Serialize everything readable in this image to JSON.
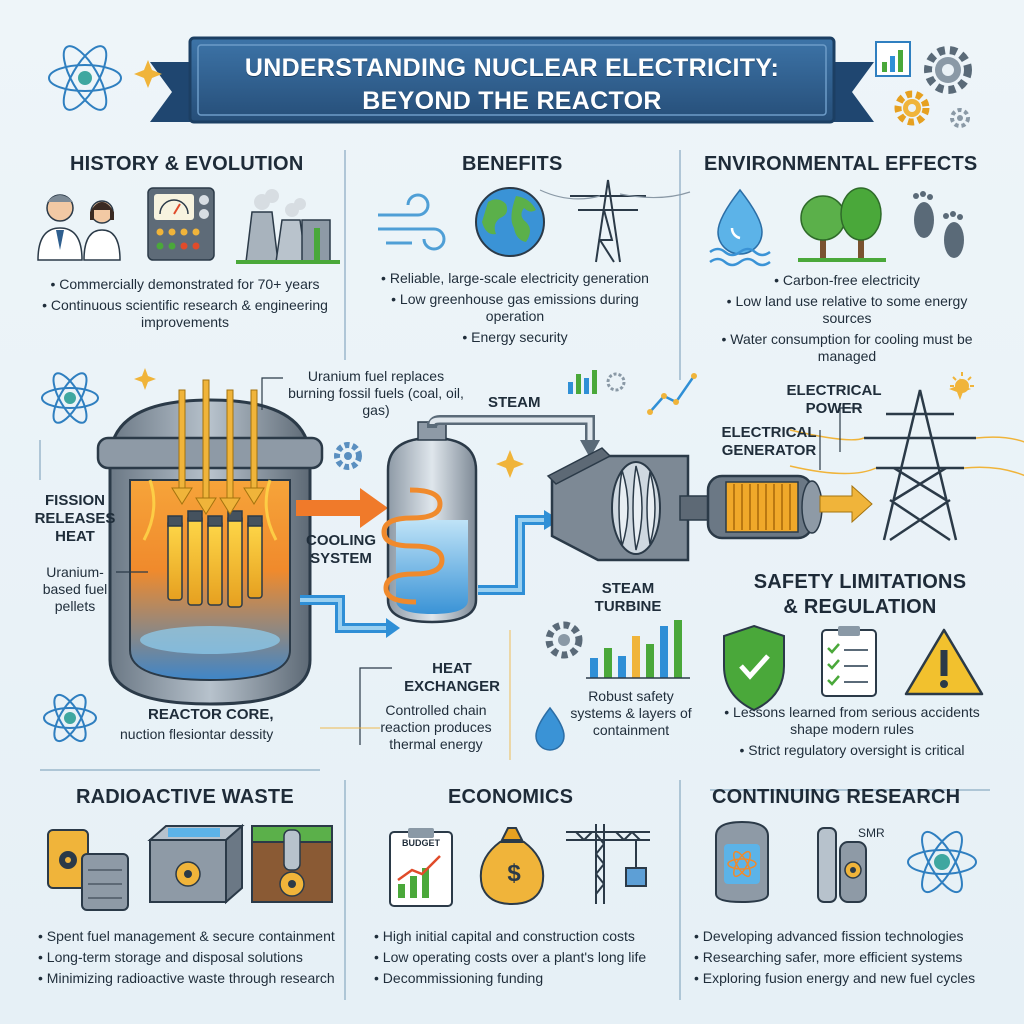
{
  "title_line1": "UNDERSTANDING NUCLEAR ELECTRICITY:",
  "title_line2": "BEYOND THE REACTOR",
  "history": {
    "title": "HISTORY & EVOLUTION",
    "bullets": [
      "Commercially demonstrated for 70+ years",
      "Continuous scientific research & engineering improvements"
    ]
  },
  "benefits": {
    "title": "BENEFITS",
    "bullets": [
      "Reliable, large-scale electricity generation",
      "Low greenhouse gas emissions during operation",
      "Energy security"
    ]
  },
  "environment": {
    "title": "ENVIRONMENTAL EFFECTS",
    "bullets": [
      "Carbon-free electricity",
      "Low land use relative to some energy sources",
      "Water consumption for cooling must be managed"
    ]
  },
  "diagram": {
    "uranium_fuel": "Uranium fuel replaces burning fossil fuels (coal, oil, gas)",
    "steam": "STEAM",
    "electrical_power": "ELECTRICAL POWER",
    "electrical_generator": "ELECTRICAL GENERATOR",
    "fission_heat": "FISSION RELEASES HEAT",
    "fuel_pellets": "Uranium-based fuel pellets",
    "cooling_system": "COOLING SYSTEM",
    "steam_turbine": "STEAM TURBINE",
    "heat_exchanger": "HEAT EXCHANGER",
    "reactor_core": "REACTOR CORE,",
    "reactor_core_sub": "nuction flesiontar dessity",
    "chain_reaction": "Controlled chain reaction produces thermal energy",
    "safety_systems": "Robust safety systems & layers of containment"
  },
  "safety": {
    "title_line1": "SAFETY LIMITATIONS",
    "title_line2": "& REGULATION",
    "bullets": [
      "Lessons learned from serious accidents shape modern rules",
      "Strict regulatory oversight is critical"
    ]
  },
  "waste": {
    "title": "RADIOACTIVE WASTE",
    "bullets": [
      "Spent fuel management & secure containment",
      "Long-term storage and disposal solutions",
      "Minimizing radioactive waste through research"
    ]
  },
  "economics": {
    "title": "ECONOMICS",
    "budget_label": "BUDGET",
    "bullets": [
      "High initial capital and construction costs",
      "Low operating costs over a plant's long life",
      "Decommissioning funding"
    ]
  },
  "research": {
    "title": "CONTINUING RESEARCH",
    "smr_label": "SMR",
    "bullets": [
      "Developing advanced fission technologies",
      "Researching safer, more efficient systems",
      "Exploring fusion energy and new fuel cycles"
    ]
  },
  "colors": {
    "banner": "#2f5f8f",
    "water_blue": "#2f8fd6",
    "fire_orange": "#f07a2a",
    "green": "#4aa83a",
    "gold": "#f0b43a"
  }
}
